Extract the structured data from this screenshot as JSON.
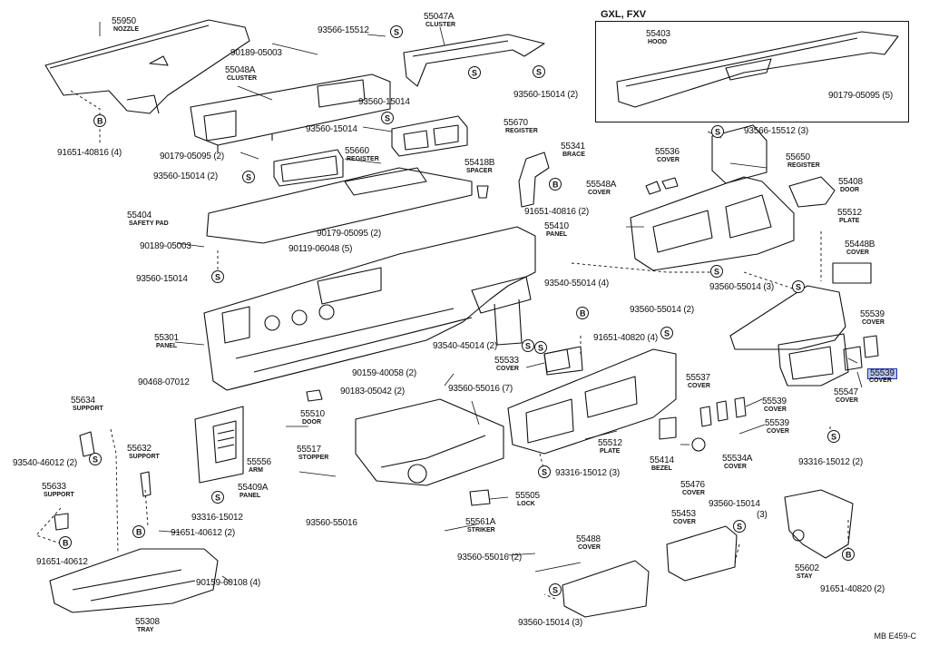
{
  "inset": {
    "title": "GXL, FXV"
  },
  "drawing_code": "MB E459-C",
  "symbols": {
    "s": "S",
    "b": "B"
  },
  "labels": [
    {
      "part": "55950",
      "name": "NOZZLE"
    },
    {
      "part": "93566-15512"
    },
    {
      "part": "90189-05003"
    },
    {
      "part": "55047A",
      "name": "CLUSTER"
    },
    {
      "part": "55403",
      "name": "HOOD"
    },
    {
      "part": "90179-05095 (5)"
    },
    {
      "part": "55048A",
      "name": "CLUSTER"
    },
    {
      "part": "93560-15014"
    },
    {
      "part": "93560-15014 (2)"
    },
    {
      "part": "91651-40816 (4)"
    },
    {
      "part": "93560-15014"
    },
    {
      "part": "55670",
      "name": "REGISTER"
    },
    {
      "part": "90179-05095 (2)"
    },
    {
      "part": "55660",
      "name": "REGISTER"
    },
    {
      "part": "93560-15014 (2)"
    },
    {
      "part": "55341",
      "name": "BRACE"
    },
    {
      "part": "55536",
      "name": "COVER"
    },
    {
      "part": "93566-15512 (3)"
    },
    {
      "part": "55650",
      "name": "REGISTER"
    },
    {
      "part": "55418B",
      "name": "SPACER"
    },
    {
      "part": "55548A",
      "name": "COVER"
    },
    {
      "part": "55408",
      "name": "DOOR"
    },
    {
      "part": "91651-40816 (2)"
    },
    {
      "part": "55404",
      "name": "SAFETY PAD"
    },
    {
      "part": "90179-05095 (2)"
    },
    {
      "part": "55410",
      "name": "PANEL"
    },
    {
      "part": "55512",
      "name": "PLATE"
    },
    {
      "part": "90189-05003"
    },
    {
      "part": "90119-06048 (5)"
    },
    {
      "part": "55448B",
      "name": "COVER"
    },
    {
      "part": "93560-15014"
    },
    {
      "part": "93540-55014 (4)"
    },
    {
      "part": "93560-55014 (3)"
    },
    {
      "part": "93560-55014 (2)"
    },
    {
      "part": "55539",
      "name": "COVER"
    },
    {
      "part": "55301",
      "name": "PANEL"
    },
    {
      "part": "91651-40820 (4)"
    },
    {
      "part": "93540-45014 (2)"
    },
    {
      "part": "55533",
      "name": "COVER"
    },
    {
      "part": "55539",
      "name": "COVER"
    },
    {
      "part": "90159-40058 (2)"
    },
    {
      "part": "90468-07012"
    },
    {
      "part": "90183-05042 (2)"
    },
    {
      "part": "93560-55016 (7)"
    },
    {
      "part": "55537",
      "name": "COVER"
    },
    {
      "part": "55547",
      "name": "COVER"
    },
    {
      "part": "55634",
      "name": "SUPPORT"
    },
    {
      "part": "55510",
      "name": "DOOR"
    },
    {
      "part": "55539",
      "name": "COVER"
    },
    {
      "part": "55539",
      "name": "COVER"
    },
    {
      "part": "93540-46012 (2)"
    },
    {
      "part": "55632",
      "name": "SUPPORT"
    },
    {
      "part": "55517",
      "name": "STOPPER"
    },
    {
      "part": "55556",
      "name": "ARM"
    },
    {
      "part": "55409A",
      "name": "PANEL"
    },
    {
      "part": "55512",
      "name": "PLATE"
    },
    {
      "part": "55414",
      "name": "BEZEL"
    },
    {
      "part": "55534A",
      "name": "COVER"
    },
    {
      "part": "93316-15012 (2)"
    },
    {
      "part": "93316-15012 (3)"
    },
    {
      "part": "55476",
      "name": "COVER"
    },
    {
      "part": "55633",
      "name": "SUPPORT"
    },
    {
      "part": "93316-15012"
    },
    {
      "part": "93560-55016"
    },
    {
      "part": "55505",
      "name": "LOCK"
    },
    {
      "part": "93560-15014"
    },
    {
      "part": "(3)"
    },
    {
      "part": "55453",
      "name": "COVER"
    },
    {
      "part": "91651-40612 (2)"
    },
    {
      "part": "55561A",
      "name": "STRIKER"
    },
    {
      "part": "91651-40612"
    },
    {
      "part": "55488",
      "name": "COVER"
    },
    {
      "part": "93560-55016 (2)"
    },
    {
      "part": "55602",
      "name": "STAY"
    },
    {
      "part": "90159-60108 (4)"
    },
    {
      "part": "91651-40820 (2)"
    },
    {
      "part": "55308",
      "name": "TRAY"
    },
    {
      "part": "93560-15014 (3)"
    }
  ]
}
